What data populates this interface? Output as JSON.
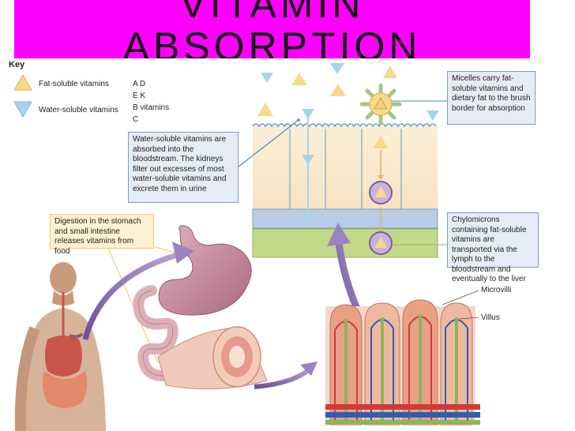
{
  "banner": {
    "title_line1": "VITAMIN",
    "title_line2": "ABSORPTION",
    "color": "#ff00ff"
  },
  "key": {
    "title": "Key",
    "fat_soluble_label": "Fat-soluble vitamins",
    "water_soluble_label": "Water-soluble vitamins",
    "fat_vitamins_row1": "A  D",
    "fat_vitamins_row2": "E  K",
    "water_vitamins_row1": "B vitamins",
    "water_vitamins_row2": "C",
    "fat_color": "#f6d98a",
    "water_color": "#a8d4ea"
  },
  "callouts": {
    "water_absorbed": "Water-soluble vitamins are absorbed into the bloodstream. The kidneys filter out excesses of most water-soluble vitamins and excrete them in urine",
    "micelles": "Micelles carry fat-soluble vitamins and dietary fat to the brush border for absorption",
    "chylomicrons": "Chylomicrons containing fat-soluble vitamins are transported via the lymph to the bloodstream and eventually to the liver",
    "digestion": "Digestion in the stomach and small intestine releases vitamins from food"
  },
  "labels": {
    "microvilli": "Microvilli",
    "villus": "Villus"
  }
}
